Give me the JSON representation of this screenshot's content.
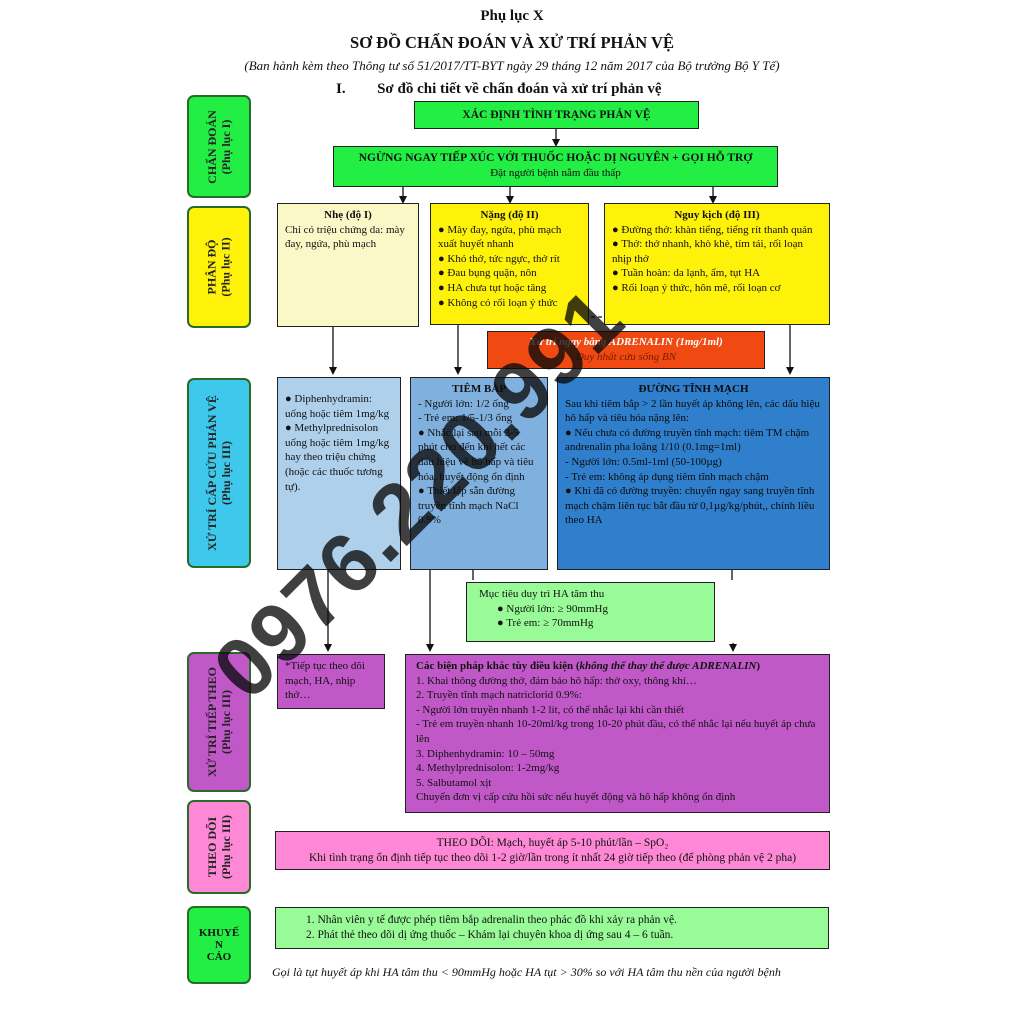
{
  "header": {
    "appendix": "Phụ lục X",
    "title": "SƠ ĐỒ CHẨN ĐOÁN VÀ XỬ TRÍ PHẢN VỆ",
    "subtitle": "(Ban hành kèm theo Thông tư số 51/2017/TT-BYT ngày 29 tháng 12 năm 2017 của Bộ trưởng Bộ Y Tế)",
    "section_num": "I.",
    "section_title": "Sơ đồ chi tiết về chẩn đoán và xử trí phản vệ"
  },
  "side": {
    "diagnosis": [
      "CHẨN ĐOÁN",
      "(Phụ lục I)"
    ],
    "severity": [
      "PHÂN ĐỘ",
      "(Phụ lục II)"
    ],
    "emergency": [
      "XỬ TRÍ CẤP CỨU PHẢN VỆ",
      "(Phụ lục III)"
    ],
    "followup": [
      "XỬ TRÍ TIẾP THEO",
      "(Phụ lục III)"
    ],
    "monitor": [
      "THEO DÕI",
      "(Phụ lục III)"
    ],
    "advice": [
      "KHUYẾ",
      "N",
      "CÁO"
    ]
  },
  "boxes": {
    "identify": "XÁC ĐỊNH TÌNH TRẠNG PHẢN VỆ",
    "stop_title": "NGỪNG NGAY TIẾP XÚC VỚI THUỐC HOẶC DỊ NGUYÊN + GỌI HỖ TRỢ",
    "stop_sub": "Đặt người bệnh nằm đầu thấp",
    "mild": {
      "title": "Nhẹ (độ I)",
      "text": "Chỉ có triệu chứng da: mày đay, ngứa, phù mạch"
    },
    "severe": {
      "title": "Nặng (độ II)",
      "items": [
        "● Mày đay, ngứa, phù mạch xuất huyết nhanh",
        "● Khó thở, tức ngực, thở rít",
        "● Đau bụng quặn, nôn",
        "● HA chưa tụt hoặc tăng",
        "● Không có rối loạn ý thức"
      ]
    },
    "critical": {
      "title": "Nguy kịch (độ III)",
      "items": [
        "● Đường thở: khàn tiếng, tiếng rít thanh quản",
        "● Thở: thở nhanh, khò khè, tím tái, rối loạn nhịp thở",
        "● Tuần hoàn: da lạnh, ẩm, tụt HA",
        "● Rối loạn ý thức, hôn mê, rối loạn cơ"
      ]
    },
    "adrenalin_title": "Xử trí ngay bằng ADRENALIN (1mg/1ml)",
    "adrenalin_sub": "Duy nhất cứu sống BN",
    "antihist": {
      "items": [
        "● Diphenhydramin: uống hoặc tiêm 1mg/kg",
        "● Methylprednisolon uống hoặc tiêm 1mg/kg hay theo triệu chứng (hoặc các thuốc tương tự)."
      ]
    },
    "im": {
      "title": "TIÊM BẮP",
      "items": [
        "- Người lớn: 1/2 ống",
        "- Trẻ em: 1/5-1/3 ống",
        "● Nhắc lại sau mỗi 3-5 phút cho đến khi hết các dấu hiệu về hô hấp và tiêu hóa, huyết động ổn định",
        "● Thiết lập sẵn đường truyền tĩnh mạch NaCl 0.9%"
      ]
    },
    "iv": {
      "title": "ĐƯỜNG TĨNH MẠCH",
      "items": [
        "Sau khi tiêm bắp > 2 lần huyết áp không lên, các dấu hiệu hô hấp và tiêu hóa nặng lên:",
        "● Nếu chưa có đường truyền tĩnh mạch: tiêm TM chậm andrenalin pha loãng 1/10 (0.1mg=1ml)",
        "- Người lớn: 0.5ml-1ml (50-100µg)",
        "- Trẻ em: không áp dụng tiêm tĩnh mạch chậm",
        "● Khi đã có đường truyền: chuyển ngay sang truyền tĩnh mạch chậm liên tục bắt đầu từ 0,1µg/kg/phút,, chỉnh liều theo HA"
      ]
    },
    "target": {
      "title": "Mục tiêu duy trì HA tâm thu",
      "items": [
        "● Người lớn: ≥ 90mmHg",
        "● Trẻ em: ≥ 70mmHg"
      ]
    },
    "continue": "*Tiếp tục theo dõi mạch, HA, nhịp thở…",
    "other": {
      "title_a": "Các biện pháp khác tùy điều kiện (",
      "title_b": "không thể thay thế được ADRENALIN",
      "title_c": ")",
      "items": [
        "1.   Khai thông đường thở, đảm bảo hô hấp: thở oxy, thông khí…",
        "2.   Truyền tĩnh mạch natriclorid 0.9%:",
        "  - Người lớn truyền nhanh 1-2 lít, có thể nhắc lại khi cần thiết",
        "  - Trẻ em truyền nhanh 10-20ml/kg trong 10-20 phút đầu, có thể nhắc lại nếu huyết áp chưa lên",
        "3.   Diphenhydramin: 10 – 50mg",
        "4.   Methylprednisolon: 1-2mg/kg",
        "5.   Salbutamol xịt",
        "Chuyển đơn vị cấp cứu hồi sức nếu huyết động và hô hấp không ổn định"
      ]
    },
    "monitor_line1": "THEO DÕI: Mạch, huyết áp 5-10 phút/lần – SpO₂",
    "monitor_line2": "Khi tình trạng ổn định tiếp tục theo dõi 1-2 giờ/lần trong ít nhất 24 giờ tiếp theo (để phòng phản vệ 2 pha)",
    "advice_items": [
      "1.   Nhân viên y tế được phép tiêm bắp adrenalin theo phác đồ khi xảy ra phản vệ.",
      "2.   Phát thẻ theo dõi dị ứng thuốc – Khám lại chuyên khoa dị ứng sau 4 – 6 tuần."
    ]
  },
  "footnote": "Gọi là tụt huyết áp khi HA tâm thu < 90mmHg hoặc HA tụt > 30% so với HA tâm thu nền của người bệnh",
  "watermark": "0976.220.991",
  "colors": {
    "green": "#98fb98",
    "lime": "#22ee44",
    "cream": "#fbf8c8",
    "yellow": "#fff20a",
    "light_blue": "#aed0ea",
    "mid_blue": "#7fb0de",
    "dark_blue": "#2f7fcc",
    "orange": "#f04a12",
    "violet": "#c058c8",
    "pink": "#ff88d6",
    "side_cyan": "#3ec8ec"
  }
}
